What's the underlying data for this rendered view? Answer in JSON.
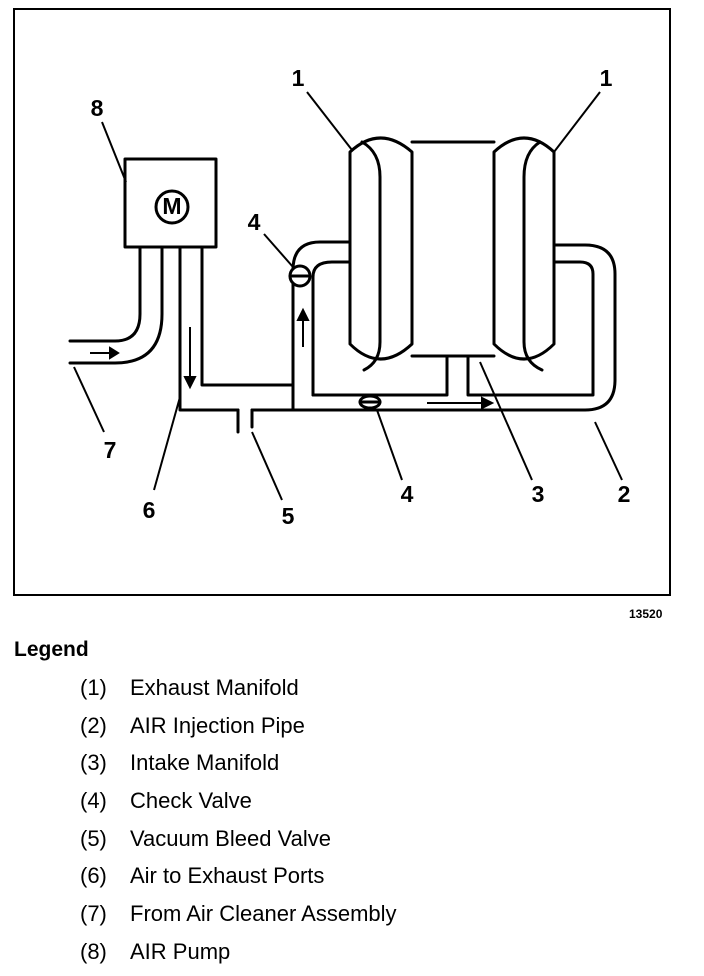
{
  "diagram": {
    "figure_id": "13520",
    "motor_symbol": "M",
    "callouts": [
      "1",
      "1",
      "2",
      "3",
      "4",
      "4",
      "5",
      "6",
      "7",
      "8"
    ]
  },
  "legend": {
    "title": "Legend",
    "items": [
      {
        "num": "(1)",
        "label": "Exhaust Manifold"
      },
      {
        "num": "(2)",
        "label": "AIR Injection Pipe"
      },
      {
        "num": "(3)",
        "label": "Intake Manifold"
      },
      {
        "num": "(4)",
        "label": "Check Valve"
      },
      {
        "num": "(5)",
        "label": "Vacuum Bleed Valve"
      },
      {
        "num": "(6)",
        "label": "Air to Exhaust Ports"
      },
      {
        "num": "(7)",
        "label": "From Air Cleaner Assembly"
      },
      {
        "num": "(8)",
        "label": "AIR Pump"
      }
    ]
  }
}
